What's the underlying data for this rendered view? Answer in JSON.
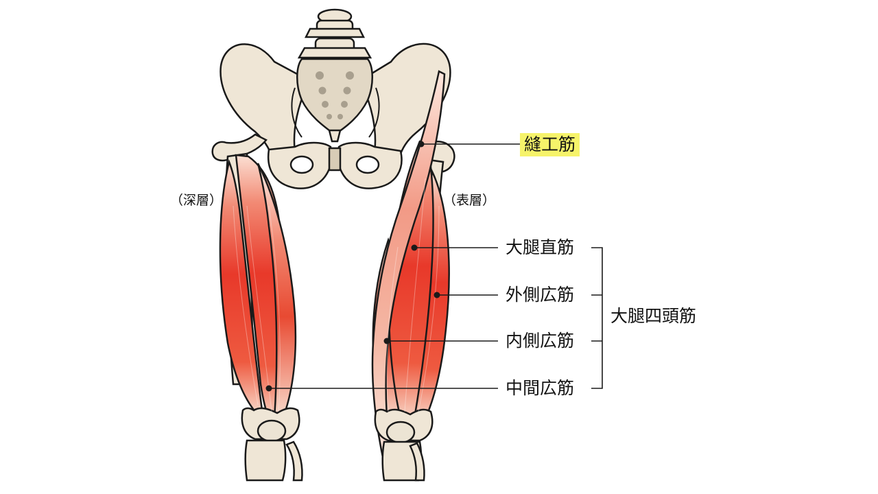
{
  "labels": {
    "deep": "（深層）",
    "superficial": "（表層）",
    "sartorius": "縫工筋",
    "rectus_femoris": "大腿直筋",
    "vastus_lateralis": "外側広筋",
    "vastus_medialis": "内側広筋",
    "vastus_intermedius": "中間広筋",
    "quadriceps": "大腿四頭筋"
  },
  "colors": {
    "highlight": "#f6f36a",
    "bone_fill": "#efe6d6",
    "bone_shade": "#d8ccb6",
    "muscle_dark": "#e8392a",
    "muscle_light": "#f7b7a6",
    "outline": "#1a1a1a"
  }
}
